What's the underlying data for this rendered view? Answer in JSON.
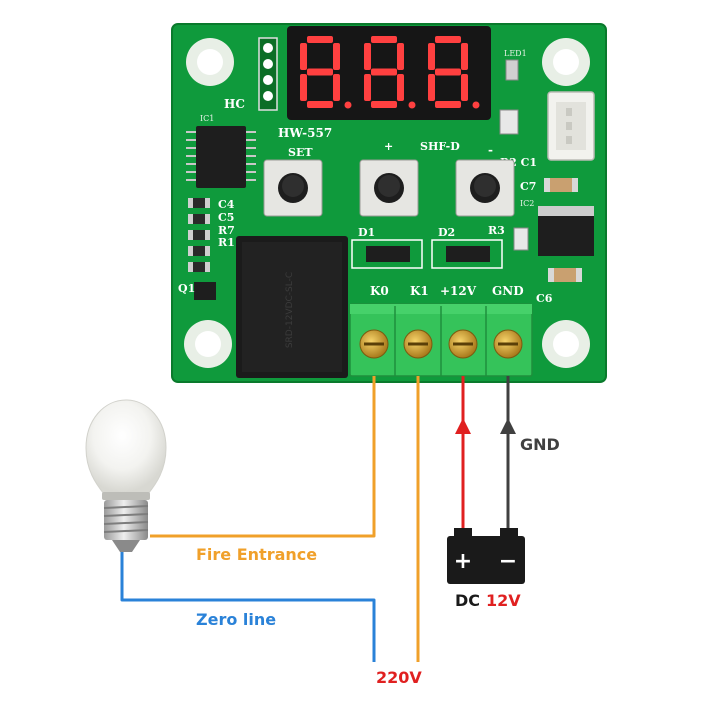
{
  "colors": {
    "board": "#0f9a3c",
    "board_dark": "#0a7a2c",
    "terminal": "#35c35a",
    "fire_wire": "#f0a02a",
    "zero_wire": "#2a82d8",
    "positive_wire": "#e02020",
    "gnd_wire": "#404040",
    "red_text": "#e02020",
    "seg_red": "#ff4040"
  },
  "board": {
    "model": "HW-557",
    "chip_label": "IC1",
    "hc": "HC",
    "set": "SET",
    "shf": "SHF-D",
    "led": "LED1",
    "plus": "+",
    "minus": "-",
    "components": {
      "c4": "C4",
      "c5": "C5",
      "r7": "R7",
      "r1": "R1",
      "q1": "Q1",
      "d1": "D1",
      "d2": "D2",
      "r3": "R3",
      "r2c1": "R2 C1",
      "c7": "C7",
      "ic2": "IC2",
      "c6": "C6"
    },
    "relay_text": "SRD-12VDC-SL-C",
    "terminals": [
      "K0",
      "K1",
      "+12V",
      "GND"
    ]
  },
  "labels": {
    "gnd": "GND",
    "fire": "Fire Entrance",
    "zero": "Zero line",
    "v220": "220V",
    "dc_prefix": "DC",
    "dc_voltage": "12V",
    "bat_plus": "+",
    "bat_minus": "−"
  }
}
